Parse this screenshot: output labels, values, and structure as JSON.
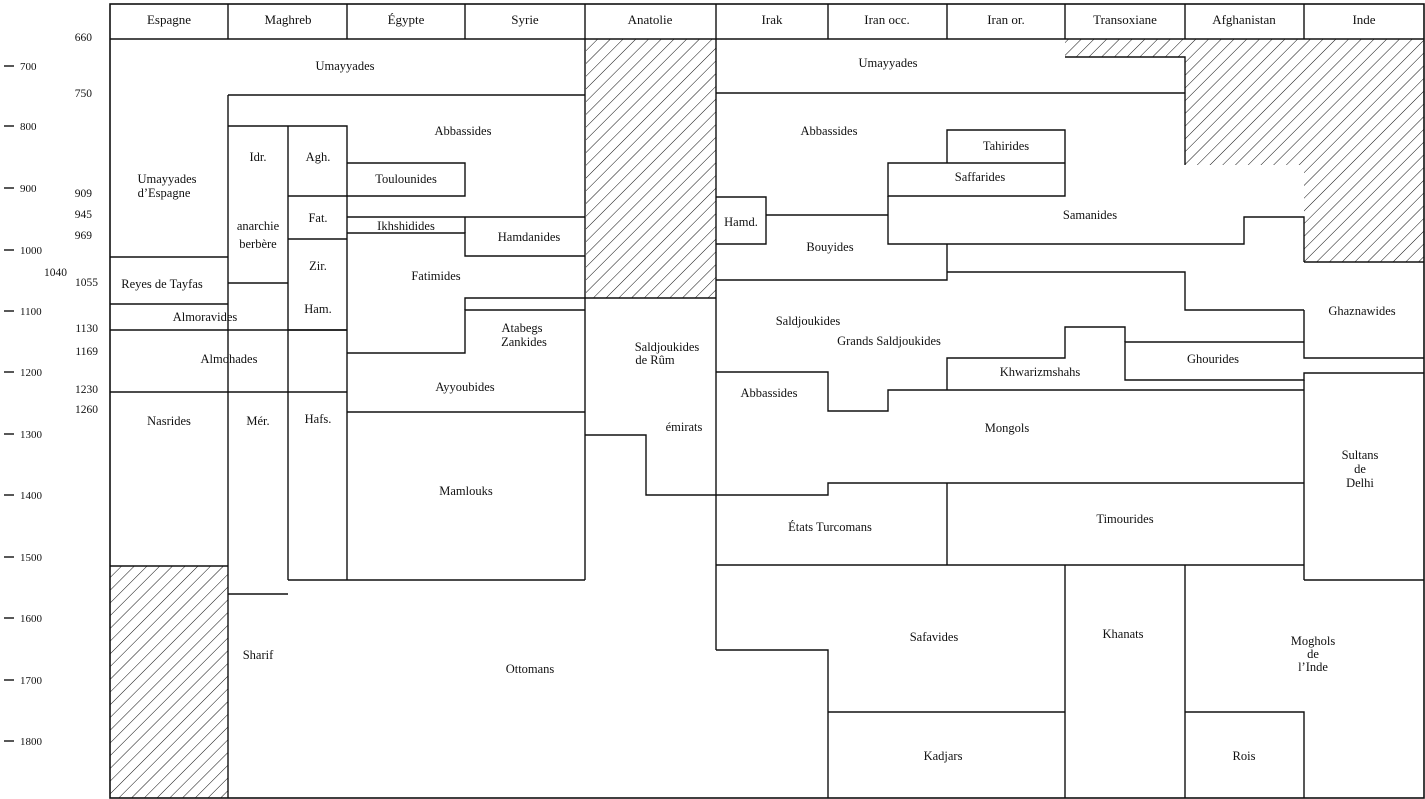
{
  "colors": {
    "ink": "#111111",
    "paper": "#ffffff"
  },
  "columns": [
    "Espagne",
    "Maghreb",
    "Égypte",
    "Syrie",
    "Anatolie",
    "Irak",
    "Iran occ.",
    "Iran or.",
    "Transoxiane",
    "Afghanistan",
    "Inde"
  ],
  "centuries": [
    "700",
    "800",
    "900",
    "1000",
    "1100",
    "1200",
    "1300",
    "1400",
    "1500",
    "1600",
    "1700",
    "1800"
  ],
  "years": [
    "660",
    "750",
    "909",
    "945",
    "969",
    "1040",
    "1055",
    "1130",
    "1169",
    "1230",
    "1260"
  ],
  "dynasties": {
    "umayyades_w": "Umayyades",
    "umayyades_e": "Umayyades",
    "abbassides_w": "Abbassides",
    "abbassides_e": "Abbassides",
    "umayyades_espagne": [
      "Umayyades",
      "d’Espagne"
    ],
    "idr": "Idr.",
    "agh": "Agh.",
    "anarchie_berbere": [
      "anarchie",
      "berbère"
    ],
    "fat": "Fat.",
    "zir": "Zir.",
    "ham": "Ham.",
    "toulounides": "Toulounides",
    "ikhshidides": "Ikhshidides",
    "hamdanides": "Hamdanides",
    "fatimides": "Fatimides",
    "reyes_de_tayfas": "Reyes de Tayfas",
    "almoravides": "Almoravides",
    "almohades": "Almohades",
    "atabegs_zankides": [
      "Atabegs",
      "Zankides"
    ],
    "ayyoubides": "Ayyoubides",
    "nasrides": "Nasrides",
    "mer": "Mér.",
    "hafs": "Hafs.",
    "mamlouks": "Mamlouks",
    "saldjoukides_rum": [
      "Saldjoukides",
      "de Rûm"
    ],
    "emirats": "émirats",
    "sharif": "Sharif",
    "ottomans": "Ottomans",
    "hamd": "Hamd.",
    "bouyides": "Bouyides",
    "tahirides": "Tahirides",
    "saffarides": "Saffarides",
    "samanides": "Samanides",
    "saldjoukides": "Saldjoukides",
    "grands_saldjoukides": "Grands Saldjoukides",
    "ghaznawides": "Ghaznawides",
    "ghourides": "Ghourides",
    "khwarizmshahs": "Khwarizmshahs",
    "abbassides_irak": "Abbassides",
    "mongols": "Mongols",
    "sultans_delhi": [
      "Sultans",
      "de",
      "Delhi"
    ],
    "etats_turcomans": "États Turcomans",
    "timourides": "Timourides",
    "safavides": "Safavides",
    "khanats": "Khanats",
    "moghols": [
      "Moghols",
      "de",
      "l’Inde"
    ],
    "kadjars": "Kadjars",
    "rois": "Rois"
  }
}
